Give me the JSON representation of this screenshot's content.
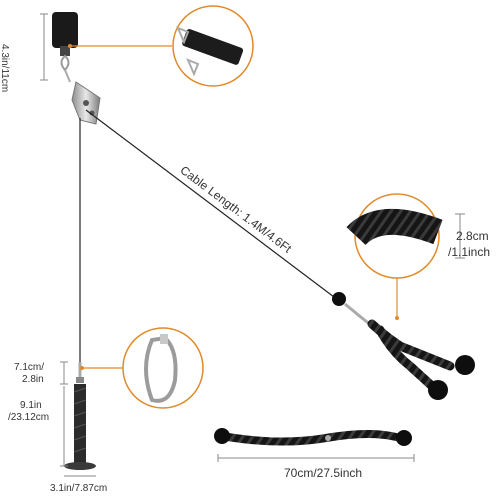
{
  "labels": {
    "anchor_dim": "4.3in/11cm",
    "cable_length": "Cable Length: 1.4M/4.6Ft",
    "rope_thickness_cm": "2.8cm",
    "rope_thickness_in": "/1.1inch",
    "carabiner_dim_cm": "7.1cm/",
    "carabiner_dim_in": "2.8in",
    "handle_len_in": "9.1in",
    "handle_len_cm": "/23.12cm",
    "plate_dim": "3.1in/7.87cm",
    "bar_length": "70cm/27.5inch"
  },
  "colors": {
    "callout_ring": "#e08a2c",
    "rope": "#111111",
    "metal": "#b8b8b8",
    "text": "#333333"
  }
}
